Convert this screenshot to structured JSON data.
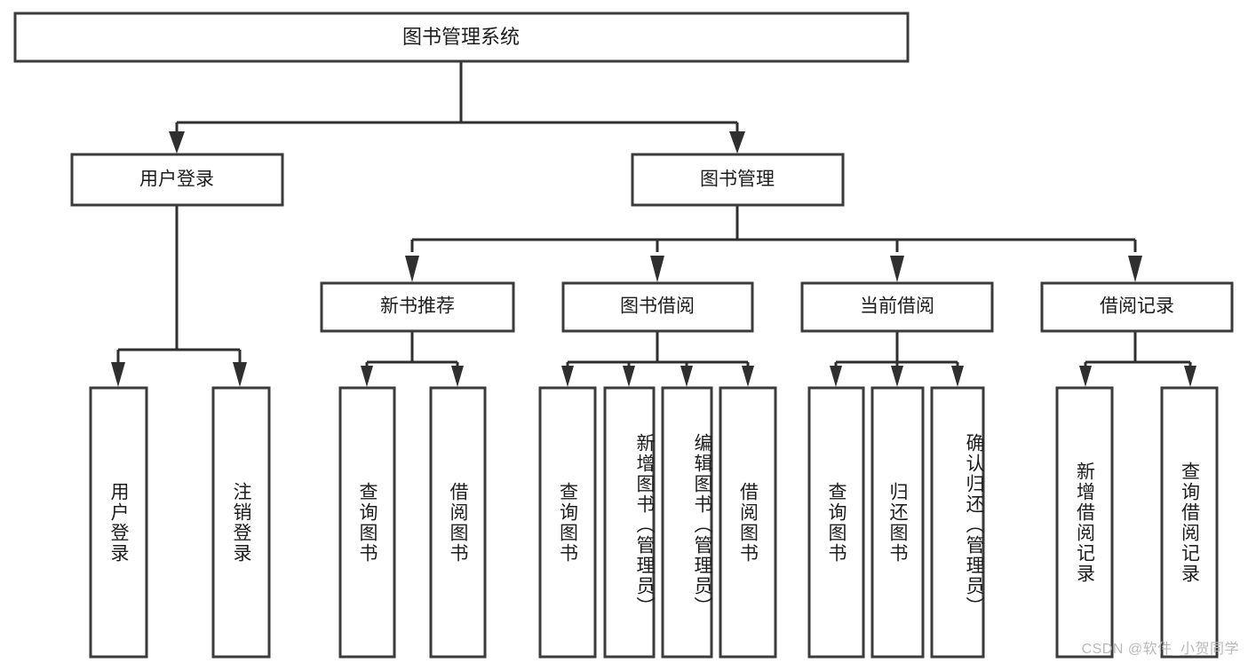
{
  "diagram": {
    "title": "图书管理系统",
    "watermark": "CSDN @软件_小贺同学",
    "colors": {
      "box_stroke": "#3b3b3b",
      "line": "#2f2f2f",
      "background": "#ffffff",
      "text": "#1d1d1d",
      "watermark": "#b9b9b9"
    },
    "root": {
      "label": "图书管理系统"
    },
    "level2": [
      {
        "label": "用户登录"
      },
      {
        "label": "图书管理"
      }
    ],
    "level3": [
      {
        "label": "新书推荐"
      },
      {
        "label": "图书借阅"
      },
      {
        "label": "当前借阅"
      },
      {
        "label": "借阅记录"
      }
    ],
    "leaves": {
      "user_login": [
        {
          "label": "用户登录"
        },
        {
          "label": "注销登录"
        }
      ],
      "new_book": [
        {
          "label": "查询图书"
        },
        {
          "label": "借阅图书"
        }
      ],
      "book_borrow": [
        {
          "label": "查询图书"
        },
        {
          "label": "新增图书（管理员）"
        },
        {
          "label": "编辑图书（管理员）"
        },
        {
          "label": "借阅图书"
        }
      ],
      "current_borrow": [
        {
          "label": "查询图书"
        },
        {
          "label": "归还图书"
        },
        {
          "label": "确认归还（管理员）"
        }
      ],
      "borrow_record": [
        {
          "label": "新增借阅记录"
        },
        {
          "label": "查询借阅记录"
        }
      ]
    }
  }
}
